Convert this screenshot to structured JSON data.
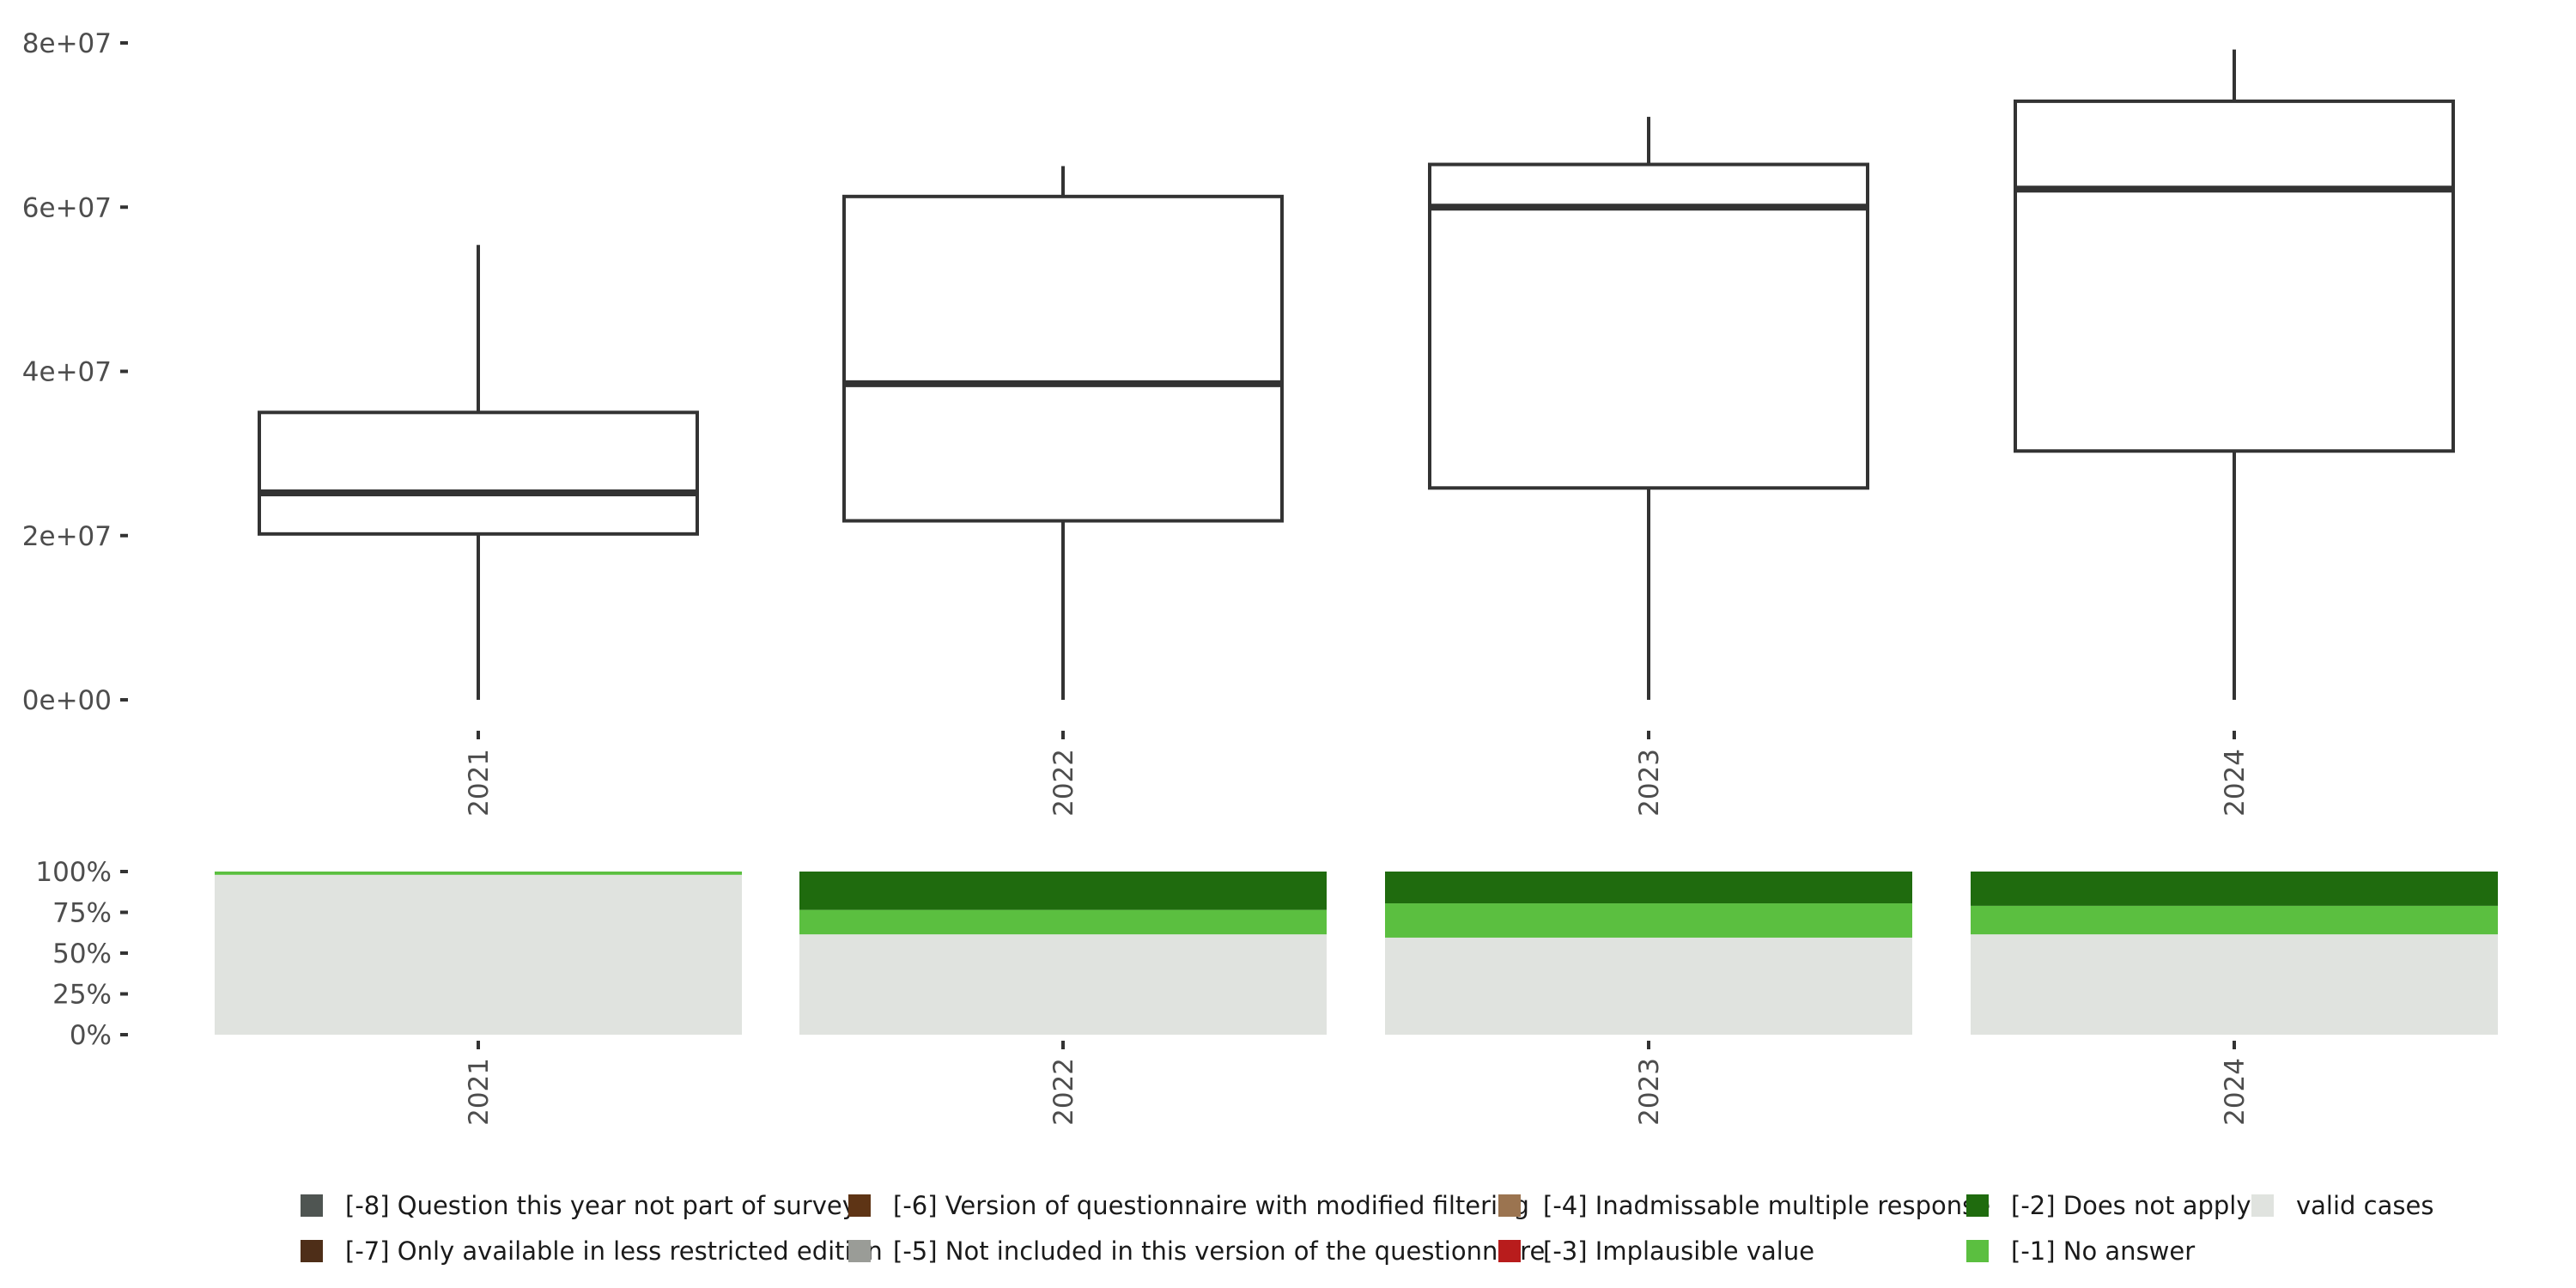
{
  "colors": {
    "box_stroke": "#333333",
    "axis_text": "#4d4d4d",
    "valid": "#e0e3df",
    "no_answer": "#5bbf40",
    "does_not_apply": "#1f6b0e"
  },
  "chart_data": [
    {
      "type": "boxplot",
      "categories": [
        "2021",
        "2022",
        "2023",
        "2024"
      ],
      "y_ticks": [
        "0e+00",
        "2e+07",
        "4e+07",
        "6e+07",
        "8e+07"
      ],
      "y_tick_values": [
        0,
        20000000,
        40000000,
        60000000,
        80000000
      ],
      "ylim": [
        0,
        80000000
      ],
      "grid": false,
      "boxes": [
        {
          "x": "2021",
          "min": 0,
          "q1": 20200000,
          "median": 25200000,
          "q3": 35000000,
          "max": 55400000
        },
        {
          "x": "2022",
          "min": 0,
          "q1": 21800000,
          "median": 38500000,
          "q3": 61300000,
          "max": 65000000
        },
        {
          "x": "2023",
          "min": 0,
          "q1": 25800000,
          "median": 60000000,
          "q3": 65200000,
          "max": 71000000
        },
        {
          "x": "2024",
          "min": 0,
          "q1": 30300000,
          "median": 62200000,
          "q3": 72900000,
          "max": 79200000
        }
      ]
    },
    {
      "type": "stacked-bar",
      "categories": [
        "2021",
        "2022",
        "2023",
        "2024"
      ],
      "y_ticks": [
        "0%",
        "25%",
        "50%",
        "75%",
        "100%"
      ],
      "y_tick_values": [
        0,
        0.25,
        0.5,
        0.75,
        1
      ],
      "ylim": [
        0,
        1
      ],
      "series": [
        {
          "name": "valid cases",
          "color": "#e0e3df",
          "values": [
            0.98,
            0.615,
            0.595,
            0.615
          ]
        },
        {
          "name": "[-1] No answer",
          "color": "#5bbf40",
          "values": [
            0.02,
            0.15,
            0.21,
            0.175
          ]
        },
        {
          "name": "[-2] Does not apply",
          "color": "#1f6b0e",
          "values": [
            0,
            0.235,
            0.195,
            0.21
          ]
        }
      ]
    }
  ],
  "legend": {
    "position": "bottom",
    "items": [
      {
        "label": "[-8] Question this year not part of survey",
        "color": "#4f5552"
      },
      {
        "label": "[-7] Only available in less restricted edition",
        "color": "#4e2e18"
      },
      {
        "label": "[-6] Version of questionnaire with modified filtering",
        "color": "#5e3415"
      },
      {
        "label": "[-5] Not included in this version of the questionnaire",
        "color": "#9a9c97"
      },
      {
        "label": "[-4] Inadmissable multiple response",
        "color": "#9b7450"
      },
      {
        "label": "[-3] Implausible value",
        "color": "#b81c1c"
      },
      {
        "label": "[-2] Does not apply",
        "color": "#1f6b0e"
      },
      {
        "label": "[-1] No answer",
        "color": "#5bbf40"
      },
      {
        "label": "valid cases",
        "color": "#e0e3df"
      }
    ]
  }
}
